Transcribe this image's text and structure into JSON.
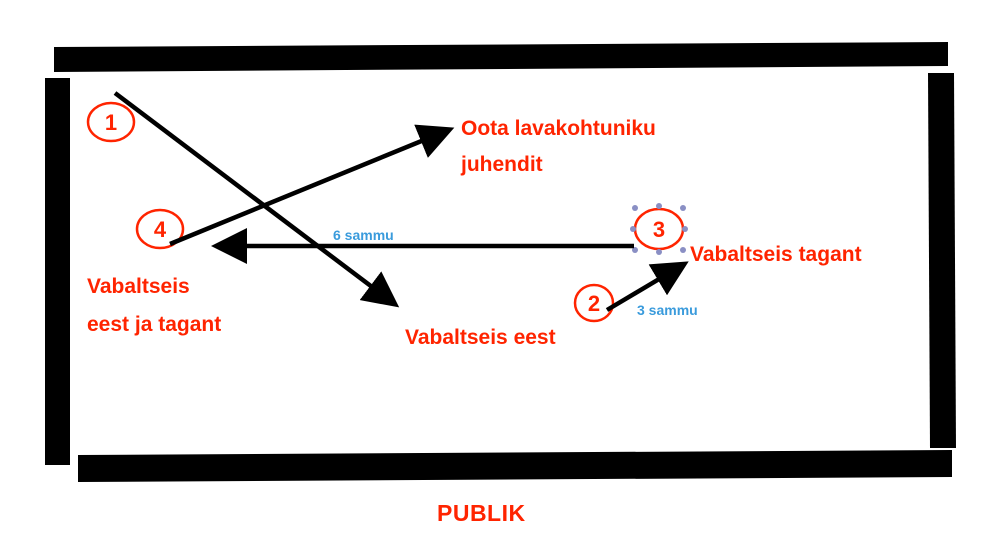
{
  "steps": [
    {
      "number": "1"
    },
    {
      "number": "2"
    },
    {
      "number": "3"
    },
    {
      "number": "4"
    }
  ],
  "labels": {
    "wait": [
      "Oota lavakohtuniku",
      "juhendit"
    ],
    "back": "Vabaltseis tagant",
    "front": "Vabaltseis eest",
    "both": [
      "Vabaltseis",
      "eest ja tagant"
    ],
    "steps6": "6 sammu",
    "steps3": "3 sammu",
    "audience": "PUBLIK"
  },
  "colors": {
    "label": "#ff2400",
    "step_count": "#3a9bdc",
    "stage_border": "#000000",
    "arrow": "#000000",
    "selection_handle": "#8a8fc4"
  }
}
